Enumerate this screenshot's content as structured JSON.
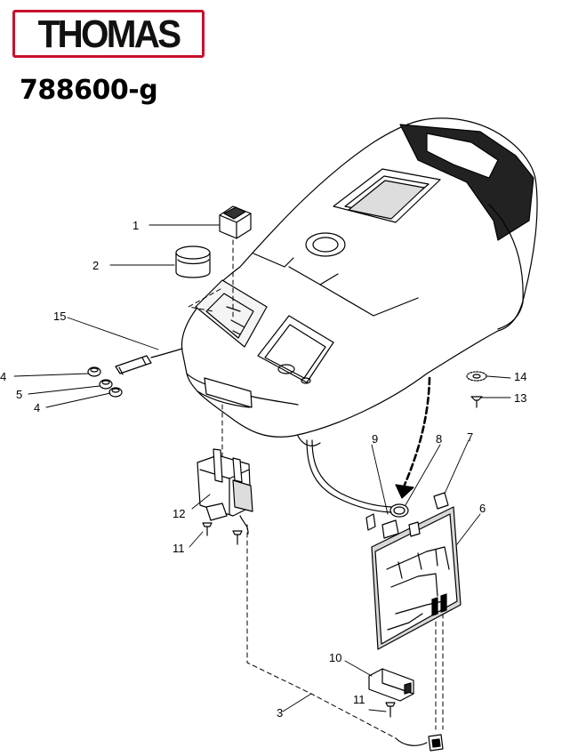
{
  "header": {
    "brand": "THOMAS",
    "model": "788600-g"
  },
  "callouts": [
    {
      "id": "1",
      "label": "1"
    },
    {
      "id": "2",
      "label": "2"
    },
    {
      "id": "3",
      "label": "3"
    },
    {
      "id": "4a",
      "label": "4"
    },
    {
      "id": "4b",
      "label": "4"
    },
    {
      "id": "5",
      "label": "5"
    },
    {
      "id": "6",
      "label": "6"
    },
    {
      "id": "7",
      "label": "7"
    },
    {
      "id": "8",
      "label": "8"
    },
    {
      "id": "9",
      "label": "9"
    },
    {
      "id": "10",
      "label": "10"
    },
    {
      "id": "11a",
      "label": "11"
    },
    {
      "id": "11b",
      "label": "11"
    },
    {
      "id": "12",
      "label": "12"
    },
    {
      "id": "13",
      "label": "13"
    },
    {
      "id": "14",
      "label": "14"
    },
    {
      "id": "15",
      "label": "15"
    }
  ]
}
